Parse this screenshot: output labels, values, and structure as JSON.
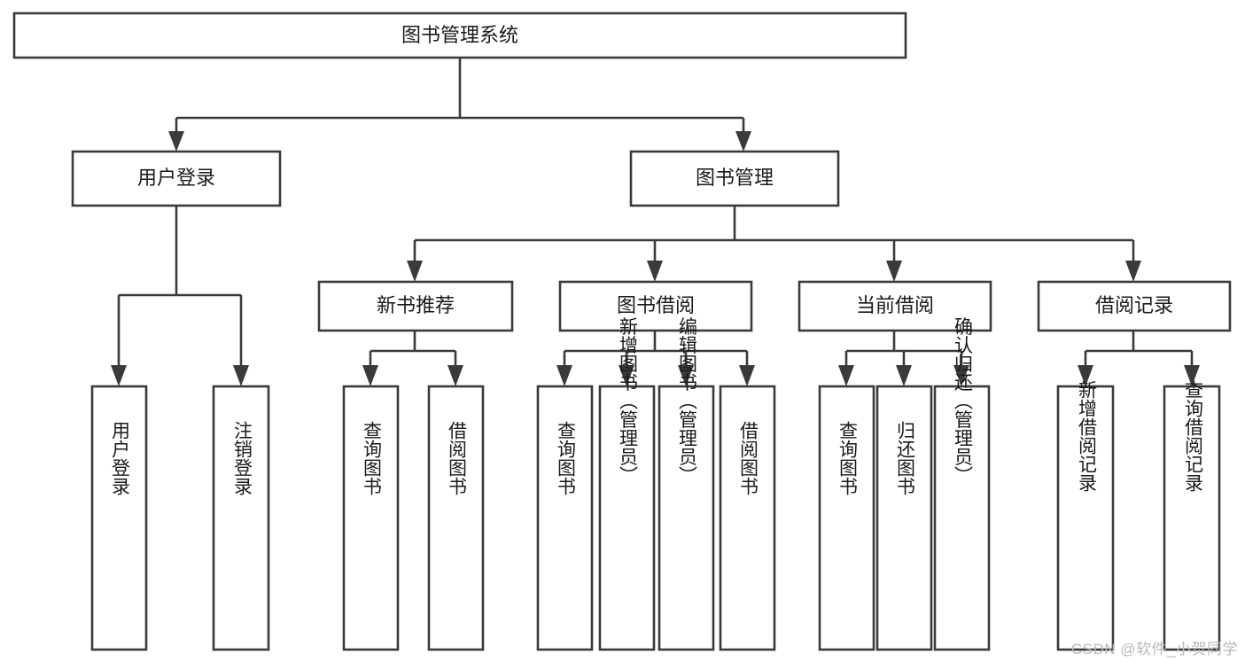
{
  "diagram": {
    "type": "tree-hierarchy-chart",
    "title": "图书管理系统",
    "watermark": "CSDN @软件_小贺同学",
    "colors": {
      "stroke": "#3a3a3a",
      "fill": "#ffffff",
      "text": "#1a1a1a",
      "watermark": "#b9b9b9"
    },
    "nodes": {
      "root": {
        "label": "图书管理系统",
        "orientation": "horizontal"
      },
      "level2": [
        {
          "id": "user-login",
          "label": "用户登录",
          "orientation": "horizontal"
        },
        {
          "id": "book-management",
          "label": "图书管理",
          "orientation": "horizontal"
        }
      ],
      "level3": [
        {
          "id": "new-book-recommend",
          "label": "新书推荐",
          "orientation": "horizontal"
        },
        {
          "id": "book-borrow",
          "label": "图书借阅",
          "orientation": "horizontal"
        },
        {
          "id": "current-borrow",
          "label": "当前借阅",
          "orientation": "horizontal"
        },
        {
          "id": "borrow-record",
          "label": "借阅记录",
          "orientation": "horizontal"
        }
      ],
      "leaves": [
        {
          "id": "leaf-user-login",
          "parent": "user-login",
          "label": "用户登录",
          "orientation": "vertical"
        },
        {
          "id": "leaf-user-logout",
          "parent": "user-login",
          "label": "注销登录",
          "orientation": "vertical"
        },
        {
          "id": "leaf-query-book-1",
          "parent": "new-book-recommend",
          "label": "查询图书",
          "orientation": "vertical"
        },
        {
          "id": "leaf-borrow-book-1",
          "parent": "new-book-recommend",
          "label": "借阅图书",
          "orientation": "vertical"
        },
        {
          "id": "leaf-query-book-2",
          "parent": "book-borrow",
          "label": "查询图书",
          "orientation": "vertical"
        },
        {
          "id": "leaf-add-book",
          "parent": "book-borrow",
          "label": "新增图书（管理员）",
          "orientation": "vertical"
        },
        {
          "id": "leaf-edit-book",
          "parent": "book-borrow",
          "label": "编辑图书（管理员）",
          "orientation": "vertical"
        },
        {
          "id": "leaf-borrow-book-2",
          "parent": "book-borrow",
          "label": "借阅图书",
          "orientation": "vertical"
        },
        {
          "id": "leaf-query-book-3",
          "parent": "current-borrow",
          "label": "查询图书",
          "orientation": "vertical"
        },
        {
          "id": "leaf-return-book",
          "parent": "current-borrow",
          "label": "归还图书",
          "orientation": "vertical"
        },
        {
          "id": "leaf-confirm-return",
          "parent": "current-borrow",
          "label": "确认归还（管理员）",
          "orientation": "vertical"
        },
        {
          "id": "leaf-add-record",
          "parent": "borrow-record",
          "label": "新增借阅记录",
          "orientation": "vertical"
        },
        {
          "id": "leaf-query-record",
          "parent": "borrow-record",
          "label": "查询借阅记录",
          "orientation": "vertical"
        }
      ]
    }
  }
}
